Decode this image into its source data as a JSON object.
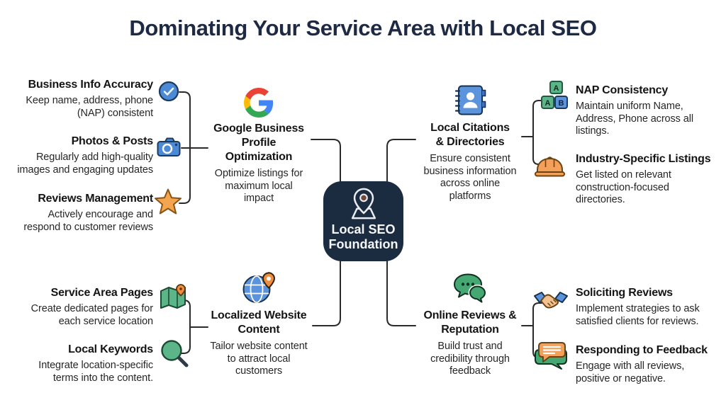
{
  "title": "Dominating Your Service Area with Local SEO",
  "center_node": {
    "label": "Local SEO\nFoundation",
    "icon": "map-pin-icon"
  },
  "branches": {
    "google": {
      "icon": "google-g-logo",
      "title": "Google Business\nProfile\nOptimization",
      "desc": "Optimize listings for\nmaximum local\nimpact",
      "items": [
        {
          "icon": "check-circle-icon",
          "title": "Business Info Accuracy",
          "desc": "Keep name, address, phone\n(NAP) consistent"
        },
        {
          "icon": "camera-icon",
          "title": "Photos & Posts",
          "desc": "Regularly add high-quality\nimages and engaging updates"
        },
        {
          "icon": "star-icon",
          "title": "Reviews Management",
          "desc": "Actively encourage and\nrespond to customer reviews"
        }
      ]
    },
    "citations": {
      "icon": "address-book-icon",
      "title": "Local Citations\n& Directories",
      "desc": "Ensure consistent\nbusiness information\nacross online\nplatforms",
      "items": [
        {
          "icon": "nap-blocks-icon",
          "title": "NAP Consistency",
          "desc": "Maintain uniform Name,\nAddress, Phone across all\nlistings."
        },
        {
          "icon": "hard-hat-icon",
          "title": "Industry-Specific Listings",
          "desc": "Get listed on relevant\nconstruction-focused\ndirectories."
        }
      ]
    },
    "website": {
      "icon": "globe-pin-icon",
      "title": "Localized Website\nContent",
      "desc": "Tailor website content\nto attract local\ncustomers",
      "items": [
        {
          "icon": "map-icon",
          "title": "Service Area Pages",
          "desc": "Create dedicated pages for\neach service location"
        },
        {
          "icon": "search-icon",
          "title": "Local Keywords",
          "desc": "Integrate location-specific\nterms into the content."
        }
      ]
    },
    "reviews": {
      "icon": "chat-bubbles-icon",
      "title": "Online Reviews &\nReputation",
      "desc": "Build trust and\ncredibility through\nfeedback",
      "items": [
        {
          "icon": "handshake-icon",
          "title": "Soliciting Reviews",
          "desc": "Implement strategies to ask\nsatisfied clients for reviews."
        },
        {
          "icon": "feedback-bubbles-icon",
          "title": "Responding to Feedback",
          "desc": "Engage with all reviews,\npositive or negative."
        }
      ]
    }
  },
  "colors": {
    "title_navy": "#1e2a44",
    "center_navy": "#1b2b40",
    "blue": "#4d8ad5",
    "green": "#52b083",
    "orange": "#f2a05a",
    "line": "#2a2a2a",
    "google_g": [
      "#4285F4",
      "#EA4335",
      "#FBBC05",
      "#34A853"
    ]
  }
}
